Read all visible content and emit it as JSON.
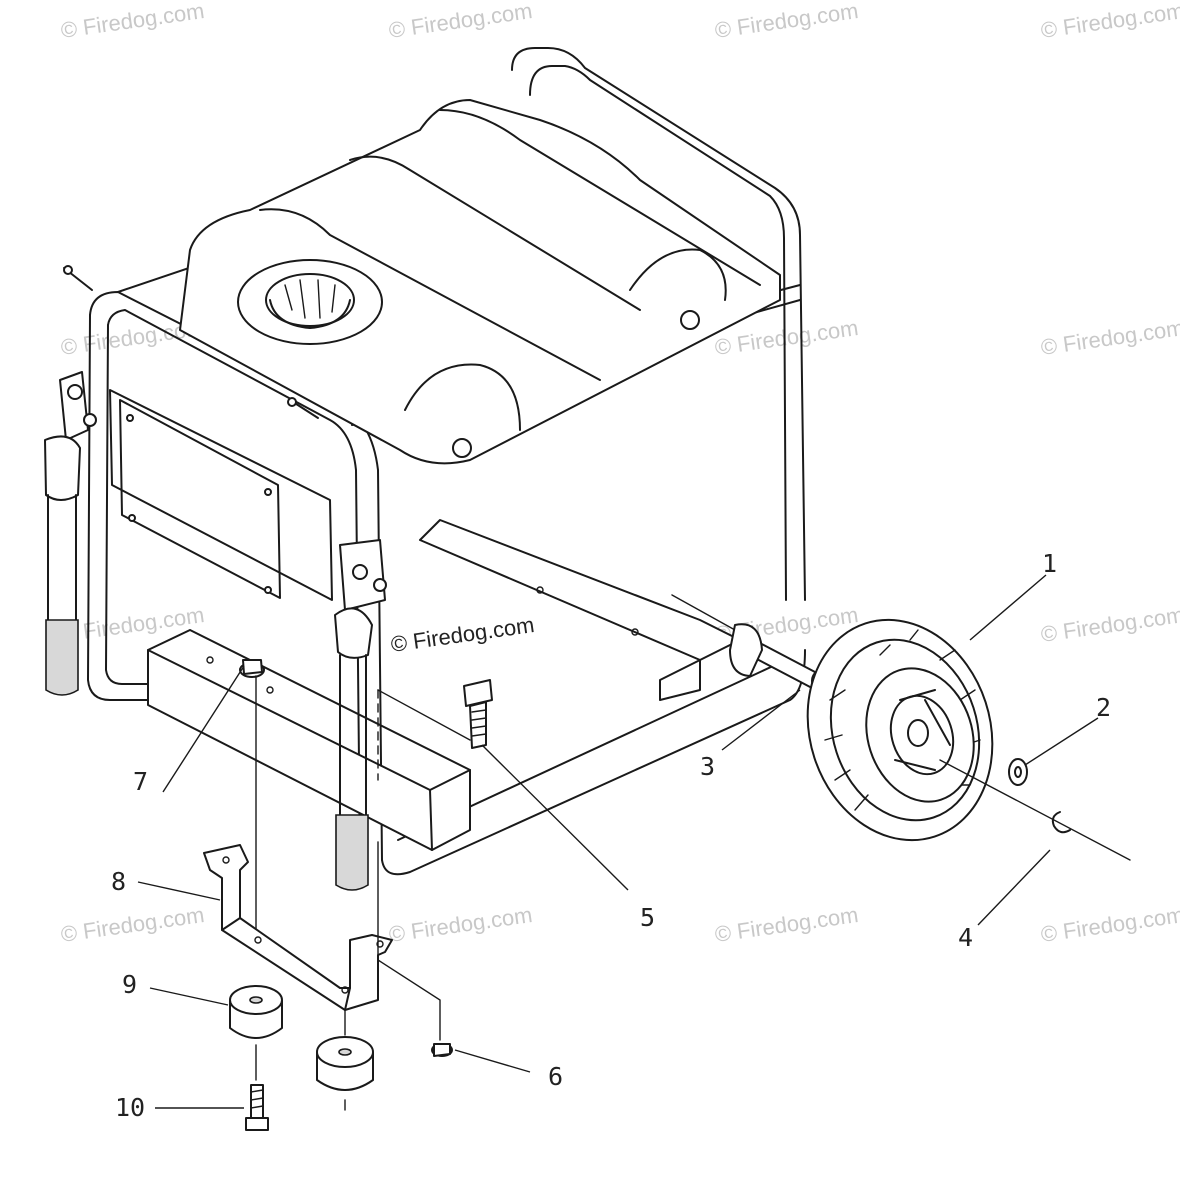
{
  "watermark": {
    "text": "© Firedog.com",
    "center_text": "© Firedog.com",
    "color": "#c8c8c8"
  },
  "callouts": [
    {
      "number": "1",
      "part": "wheel"
    },
    {
      "number": "2",
      "part": "washer"
    },
    {
      "number": "3",
      "part": "axle"
    },
    {
      "number": "4",
      "part": "e-clip"
    },
    {
      "number": "5",
      "part": "bolt"
    },
    {
      "number": "6",
      "part": "flange-nut"
    },
    {
      "number": "7",
      "part": "flange-nut"
    },
    {
      "number": "8",
      "part": "mounting-bracket"
    },
    {
      "number": "9",
      "part": "rubber-foot"
    },
    {
      "number": "10",
      "part": "bolt"
    }
  ]
}
